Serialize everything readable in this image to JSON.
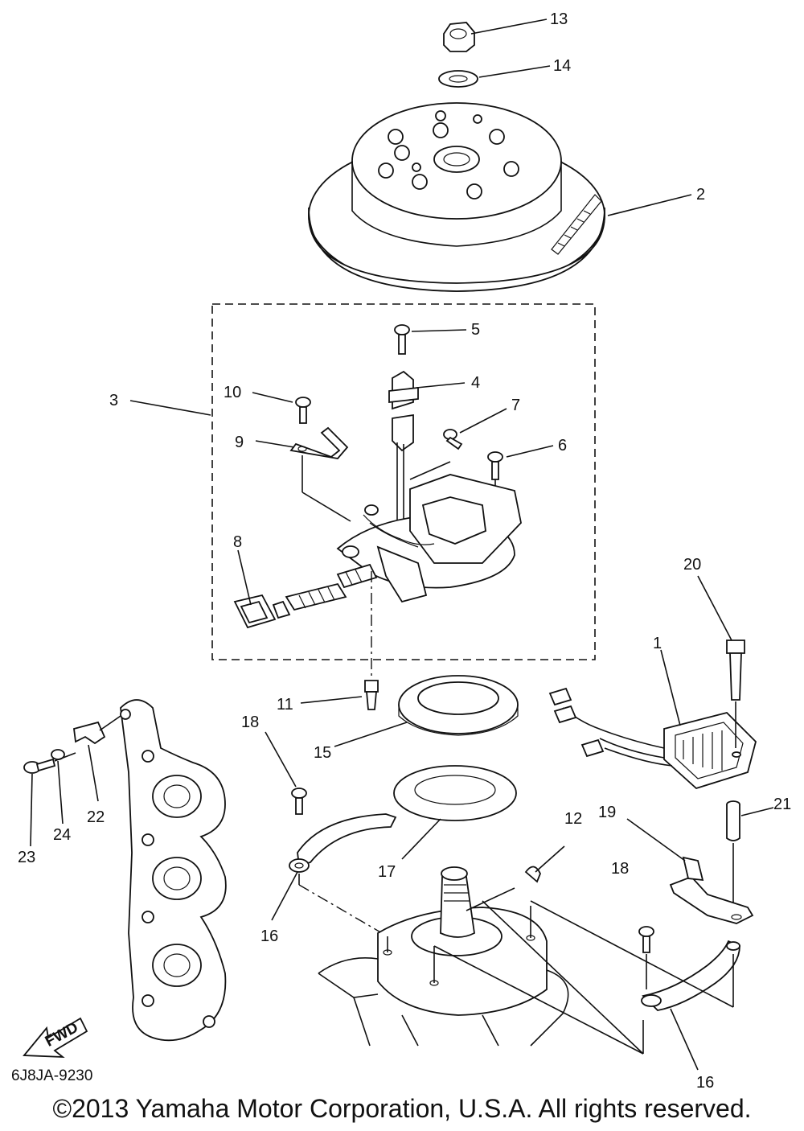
{
  "diagram": {
    "code": "6J8JA-9230",
    "copyright": "©2013 Yamaha Motor Corporation, U.S.A. All rights reserved.",
    "direction_label": "FWD",
    "callouts": [
      {
        "id": "c13",
        "text": "13"
      },
      {
        "id": "c14",
        "text": "14"
      },
      {
        "id": "c2",
        "text": "2"
      },
      {
        "id": "c5",
        "text": "5"
      },
      {
        "id": "c4",
        "text": "4"
      },
      {
        "id": "c3",
        "text": "3"
      },
      {
        "id": "c10",
        "text": "10"
      },
      {
        "id": "c7",
        "text": "7"
      },
      {
        "id": "c9",
        "text": "9"
      },
      {
        "id": "c6",
        "text": "6"
      },
      {
        "id": "c8",
        "text": "8"
      },
      {
        "id": "c20",
        "text": "20"
      },
      {
        "id": "c1",
        "text": "1"
      },
      {
        "id": "c11",
        "text": "11"
      },
      {
        "id": "c18a",
        "text": "18"
      },
      {
        "id": "c15",
        "text": "15"
      },
      {
        "id": "c22",
        "text": "22"
      },
      {
        "id": "c24",
        "text": "24"
      },
      {
        "id": "c23",
        "text": "23"
      },
      {
        "id": "c12",
        "text": "12"
      },
      {
        "id": "c19",
        "text": "19"
      },
      {
        "id": "c21",
        "text": "21"
      },
      {
        "id": "c17",
        "text": "17"
      },
      {
        "id": "c18b",
        "text": "18"
      },
      {
        "id": "c16a",
        "text": "16"
      },
      {
        "id": "c16b",
        "text": "16"
      }
    ]
  }
}
